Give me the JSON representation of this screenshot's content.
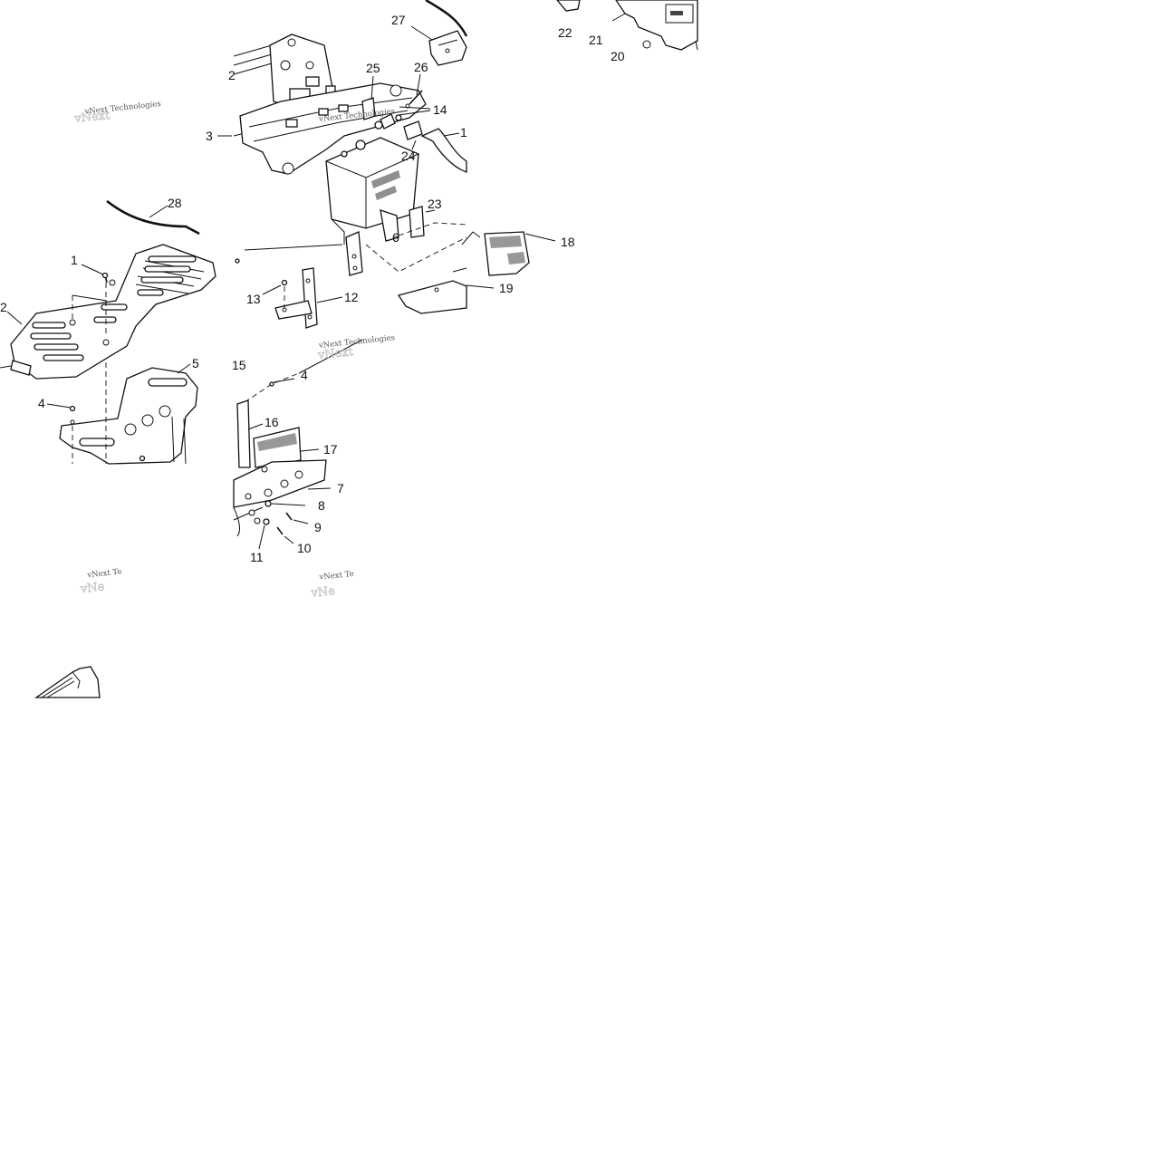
{
  "callouts": [
    "1",
    "2",
    "3",
    "4",
    "5",
    "6",
    "7",
    "8",
    "9",
    "10",
    "11",
    "12",
    "13",
    "14",
    "15",
    "16",
    "17",
    "18",
    "19",
    "20",
    "21",
    "22",
    "23",
    "24",
    "25",
    "26",
    "27",
    "28"
  ],
  "labels": {
    "c27": "27",
    "c22": "22",
    "c21": "21",
    "c20": "20",
    "c25": "25",
    "c26": "26",
    "c14": "14",
    "c1a": "1",
    "c3": "3",
    "c24": "24",
    "c2a": "2",
    "c28": "28",
    "c1b": "1",
    "c2b": "2",
    "c13": "13",
    "c12": "12",
    "c6": "6",
    "c23": "23",
    "c18": "18",
    "c19": "19",
    "c5": "5",
    "c15": "15",
    "c4a": "4",
    "c4b": "4",
    "c16": "16",
    "c17": "17",
    "c7": "7",
    "c8": "8",
    "c9": "9",
    "c10": "10",
    "c11": "11"
  },
  "watermarks": {
    "w1": "vNext Technologies",
    "w2": "vNext Technologies",
    "w3": "vNext Technologies",
    "w4": "vNext Te",
    "w5": "vNext Te"
  }
}
